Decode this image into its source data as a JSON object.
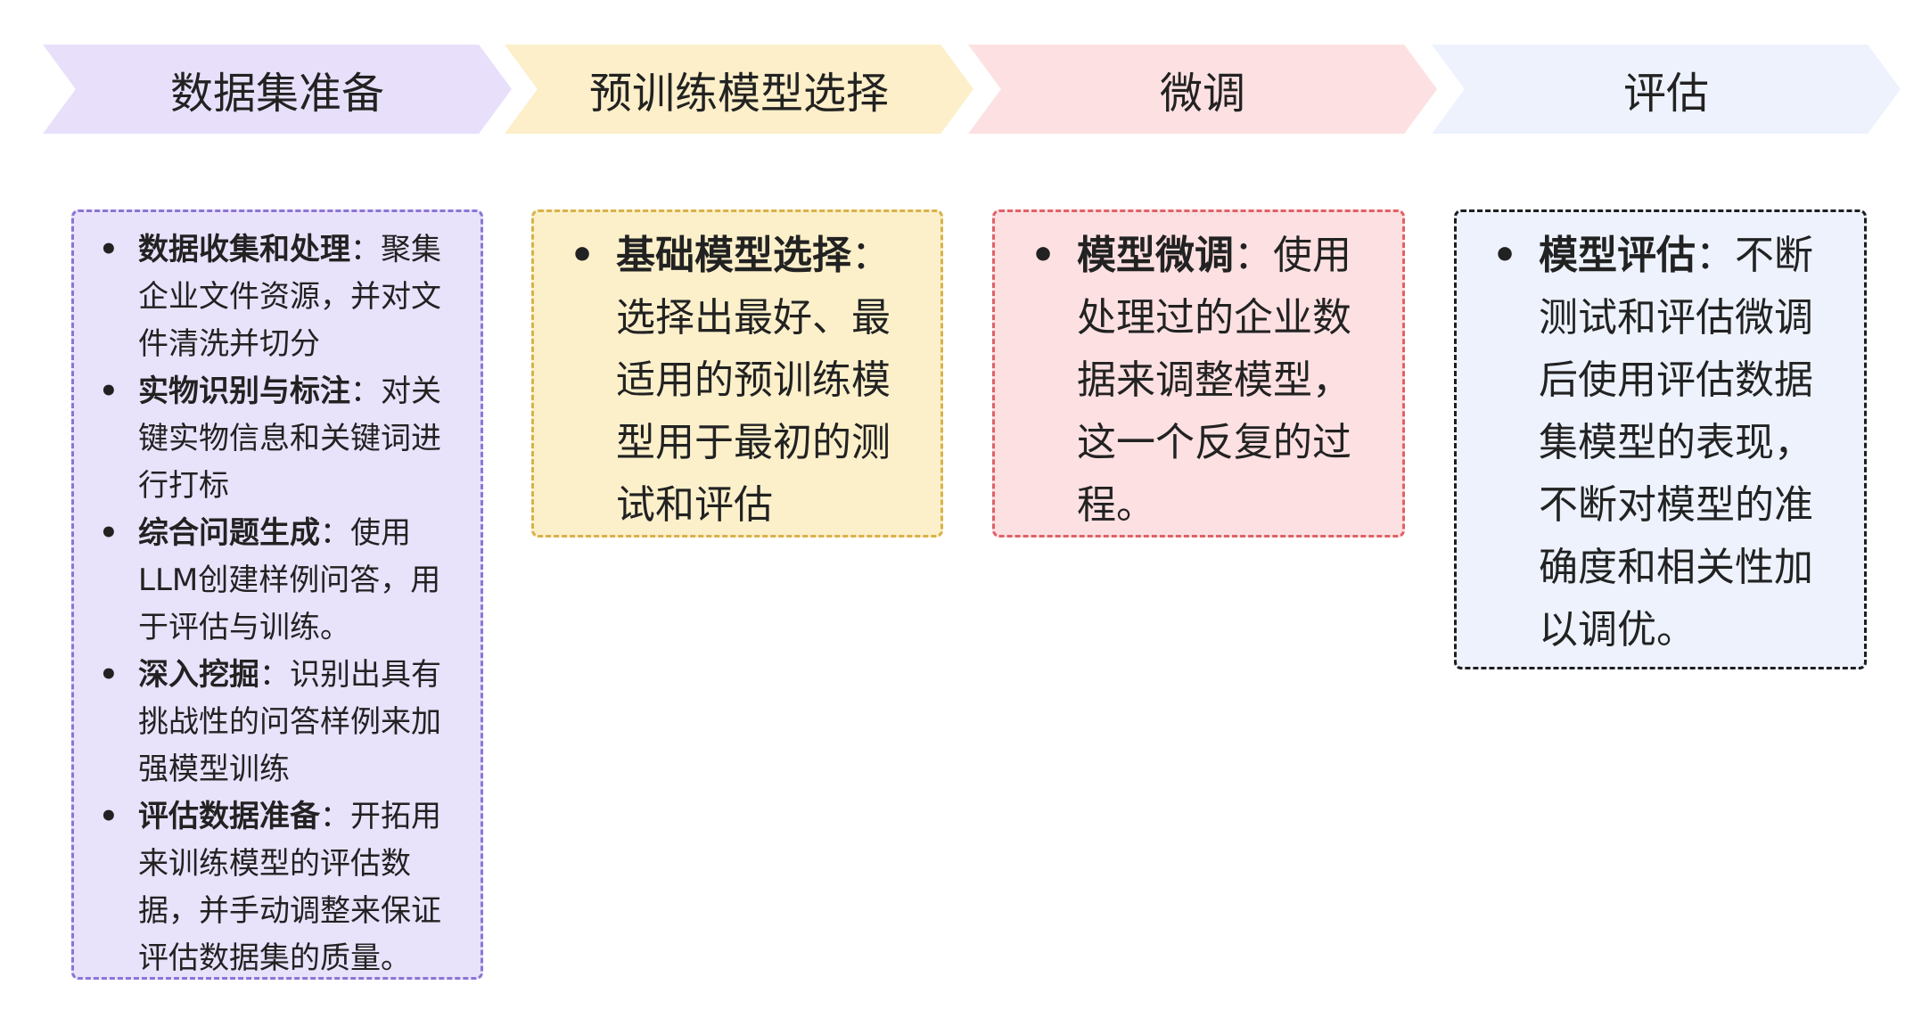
{
  "stages": [
    {
      "label": "数据集准备",
      "color": "#e8e0fb"
    },
    {
      "label": "预训练模型选择",
      "color": "#fcefc9"
    },
    {
      "label": "微调",
      "color": "#fde1e2"
    },
    {
      "label": "评估",
      "color": "#edf2fd"
    }
  ],
  "cards": [
    {
      "items": [
        {
          "title": "数据收集和处理",
          "sep": "：",
          "text": "聚集企业文件资源，并对文件清洗并切分"
        },
        {
          "title": "实物识别与标注",
          "sep": "：",
          "text": "对关键实物信息和关键词进行打标"
        },
        {
          "title": "综合问题生成",
          "sep": "：",
          "text": "使用LLM创建样例问答，用于评估与训练。"
        },
        {
          "title": "深入挖掘",
          "sep": "：",
          "text": "识别出具有挑战性的问答样例来加强模型训练"
        },
        {
          "title": "评估数据准备",
          "sep": "：",
          "text": "开拓用来训练模型的评估数据，并手动调整来保证评估数据集的质量。"
        }
      ]
    },
    {
      "items": [
        {
          "title": "基础模型选择",
          "sep": "：",
          "text": "选择出最好、最适用的预训练模型用于最初的测试和评估"
        }
      ]
    },
    {
      "items": [
        {
          "title": "模型微调",
          "sep": "：",
          "text": "使用处理过的企业数据来调整模型，这一个反复的过程。"
        }
      ]
    },
    {
      "items": [
        {
          "title": "模型评估",
          "sep": "：",
          "text": "不断测试和评估微调后使用评估数据集模型的表现，不断对模型的准确度和相关性加以调优。"
        }
      ]
    }
  ]
}
